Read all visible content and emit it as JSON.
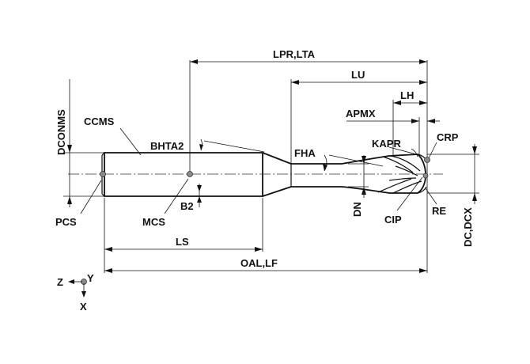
{
  "diagram": {
    "labels": {
      "lpr_lta": "LPR,LTA",
      "lu": "LU",
      "lh": "LH",
      "apmx": "APMX",
      "dconms": "DCONMS",
      "ccms": "CCMS",
      "bhta2": "BHTA2",
      "fha": "FHA",
      "kapr": "KAPR",
      "crp": "CRP",
      "dn": "DN",
      "re": "RE",
      "cip": "CIP",
      "dc_dcx": "DC,DCX",
      "pcs": "PCS",
      "mcs": "MCS",
      "b2": "B2",
      "ls": "LS",
      "oal_lf": "OAL,LF",
      "axis_z": "Z",
      "axis_y": "Y",
      "axis_x": "X"
    },
    "colors": {
      "line": "#111111",
      "point_fill": "#8a8a8a",
      "background": "#ffffff"
    }
  }
}
